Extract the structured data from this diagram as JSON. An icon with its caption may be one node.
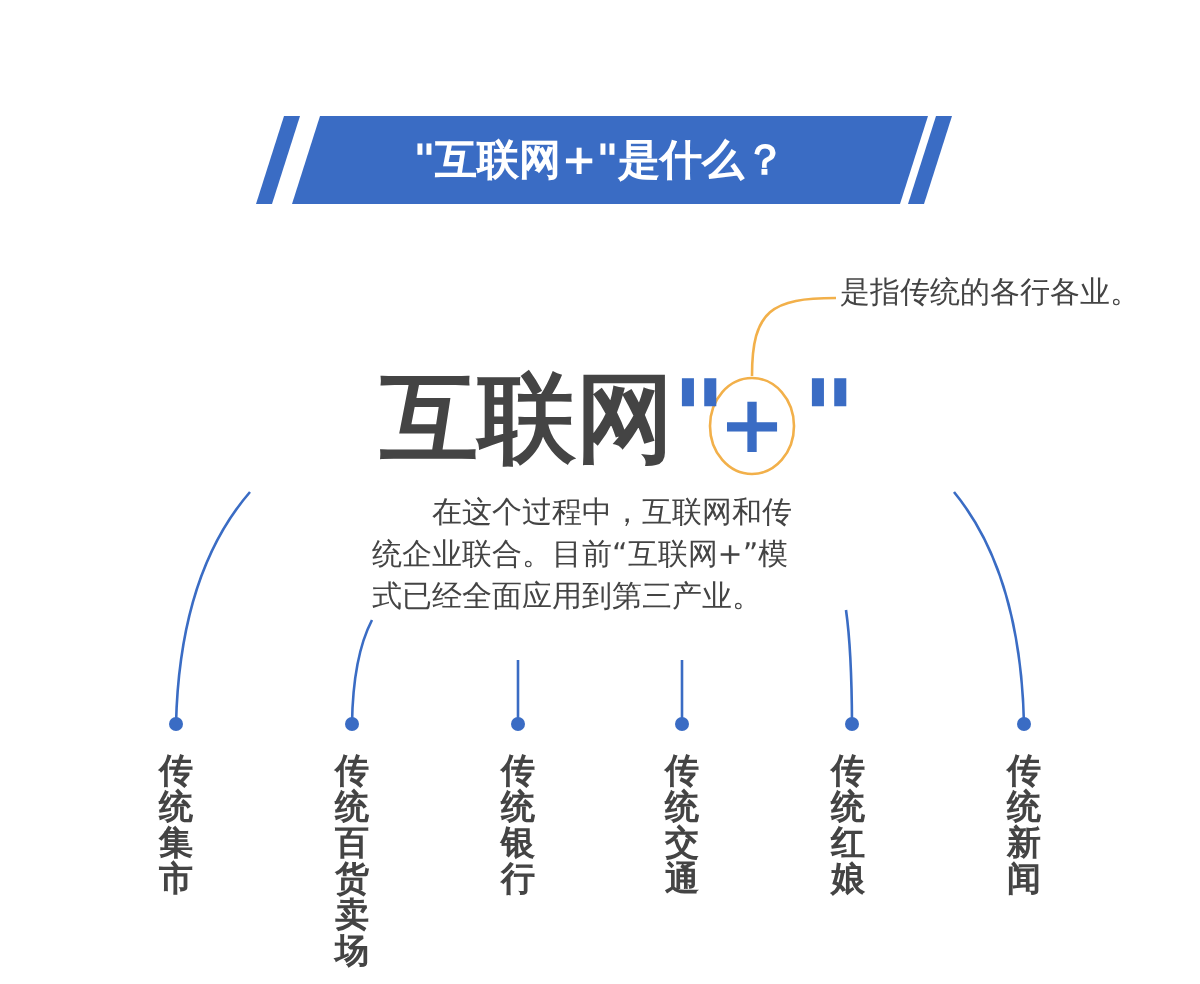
{
  "diagram": {
    "nodes": [
      {
        "text": [
          "\"互联网+\"是什么？"
        ]
      },
      {
        "text": [
          "+"
        ]
      },
      {
        "text": [
          "是指传统的各行各业。"
        ]
      },
      {
        "text": [
          "在这个过程中，互联网和传统企业联合。目前“互联网+”模式已经全面应用到第三产业。"
        ]
      },
      {
        "text": [
          "传统集市"
        ]
      },
      {
        "text": [
          "传统百货卖场"
        ]
      },
      {
        "text": [
          "传统银行"
        ]
      },
      {
        "text": [
          "传统交通"
        ]
      },
      {
        "text": [
          "传统红娘"
        ]
      },
      {
        "text": [
          "传统新闻"
        ]
      }
    ],
    "edges": [
      {
        "from": 1,
        "to": 2,
        "arrow": "none",
        "color": "#f2b04a"
      },
      {
        "from": null,
        "to": 4,
        "arrow": "other"
      },
      {
        "from": 3,
        "to": 5,
        "arrow": "other"
      },
      {
        "from": null,
        "to": 6,
        "arrow": "other"
      },
      {
        "from": null,
        "to": 7,
        "arrow": "other"
      },
      {
        "from": null,
        "to": 8,
        "arrow": "other"
      },
      {
        "from": null,
        "to": 9,
        "arrow": "other"
      }
    ],
    "labels": [
      "互联网",
      "\"",
      "\""
    ]
  }
}
